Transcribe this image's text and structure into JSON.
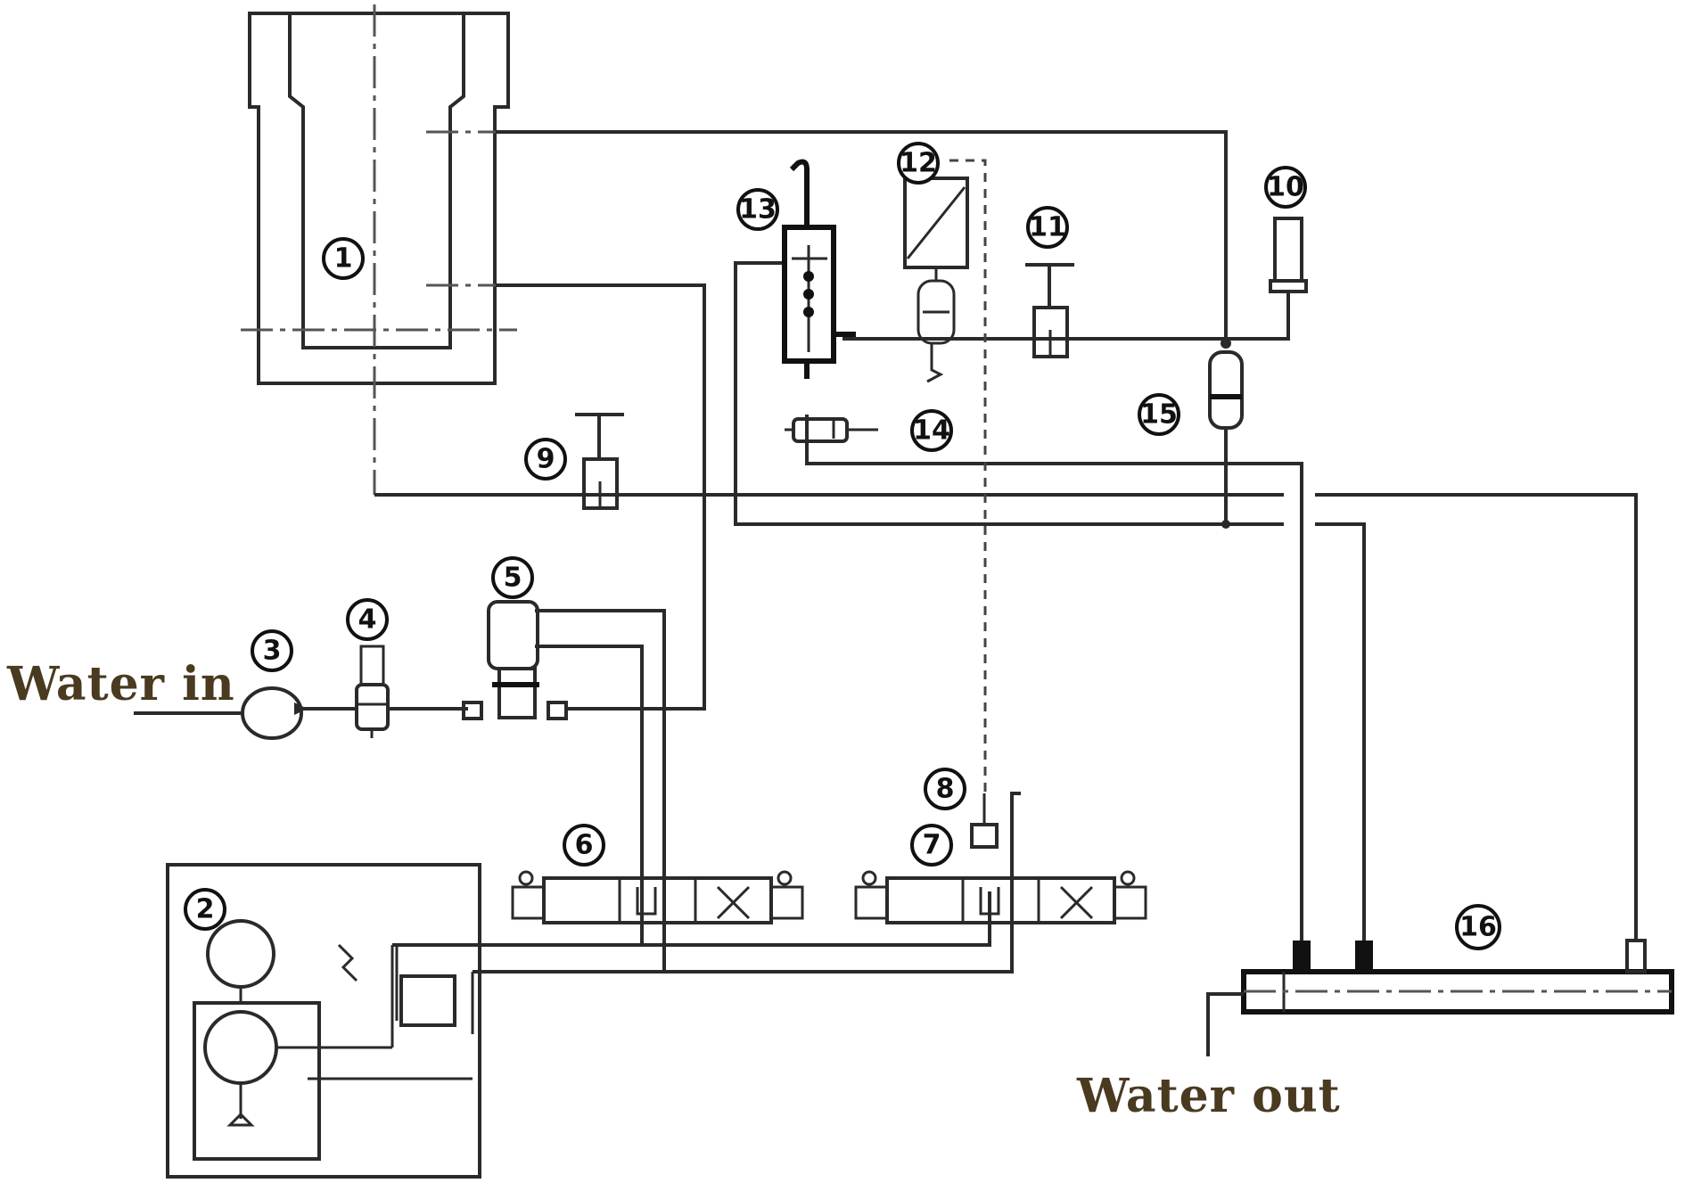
{
  "labels": {
    "water_in": "Water in",
    "water_out": "Water out"
  },
  "components": [
    {
      "id": "1",
      "label": "1"
    },
    {
      "id": "2",
      "label": "2"
    },
    {
      "id": "3",
      "label": "3"
    },
    {
      "id": "4",
      "label": "4"
    },
    {
      "id": "5",
      "label": "5"
    },
    {
      "id": "6",
      "label": "6"
    },
    {
      "id": "7",
      "label": "7"
    },
    {
      "id": "8",
      "label": "8"
    },
    {
      "id": "9",
      "label": "9"
    },
    {
      "id": "10",
      "label": "10"
    },
    {
      "id": "11",
      "label": "11"
    },
    {
      "id": "12",
      "label": "12"
    },
    {
      "id": "13",
      "label": "13"
    },
    {
      "id": "14",
      "label": "14"
    },
    {
      "id": "15",
      "label": "15"
    },
    {
      "id": "16",
      "label": "16"
    }
  ],
  "colors": {
    "line": "#2a2a2a",
    "text_io": "#4a3a20",
    "background": "#ffffff"
  }
}
